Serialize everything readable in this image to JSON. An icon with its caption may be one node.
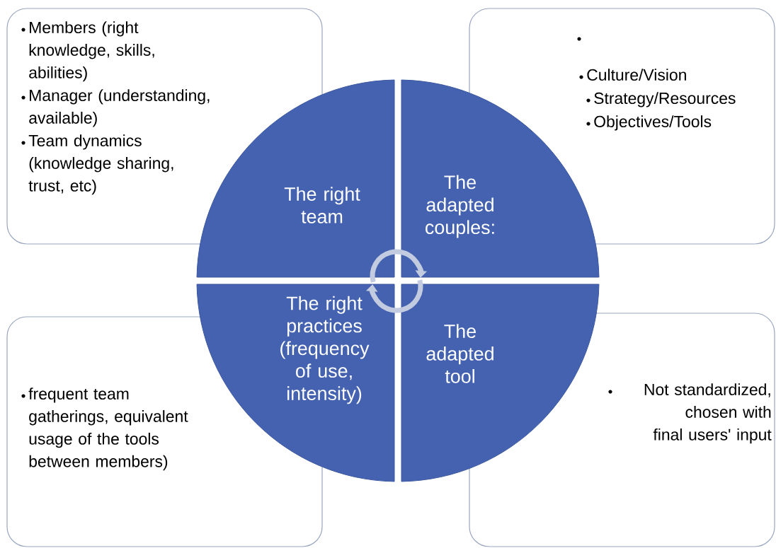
{
  "diagram": {
    "nodes": [
      {
        "text": [
          "Members (right knowledge, skills, abilities)",
          "Manager (understanding, available)",
          "Team dynamics (knowledge sharing, trust, etc)"
        ]
      },
      {
        "text": [
          "Culture/Vision",
          "Strategy/Resources",
          "Objectives/Tools"
        ]
      },
      {
        "text": [
          "The right team"
        ]
      },
      {
        "text": [
          "The adapted couples:"
        ]
      },
      {
        "text": [
          "The right practices (frequency of use, intensity)"
        ]
      },
      {
        "text": [
          "The adapted tool"
        ]
      },
      {
        "text": [
          "frequent team gatherings, equivalent usage of the tools between members)"
        ]
      },
      {
        "text": [
          "Not standardized, chosen with final users' input"
        ]
      }
    ],
    "edges": [
      {
        "from": 2,
        "to": 3,
        "arrow": "to"
      },
      {
        "from": 5,
        "to": 4,
        "arrow": "to"
      }
    ]
  }
}
